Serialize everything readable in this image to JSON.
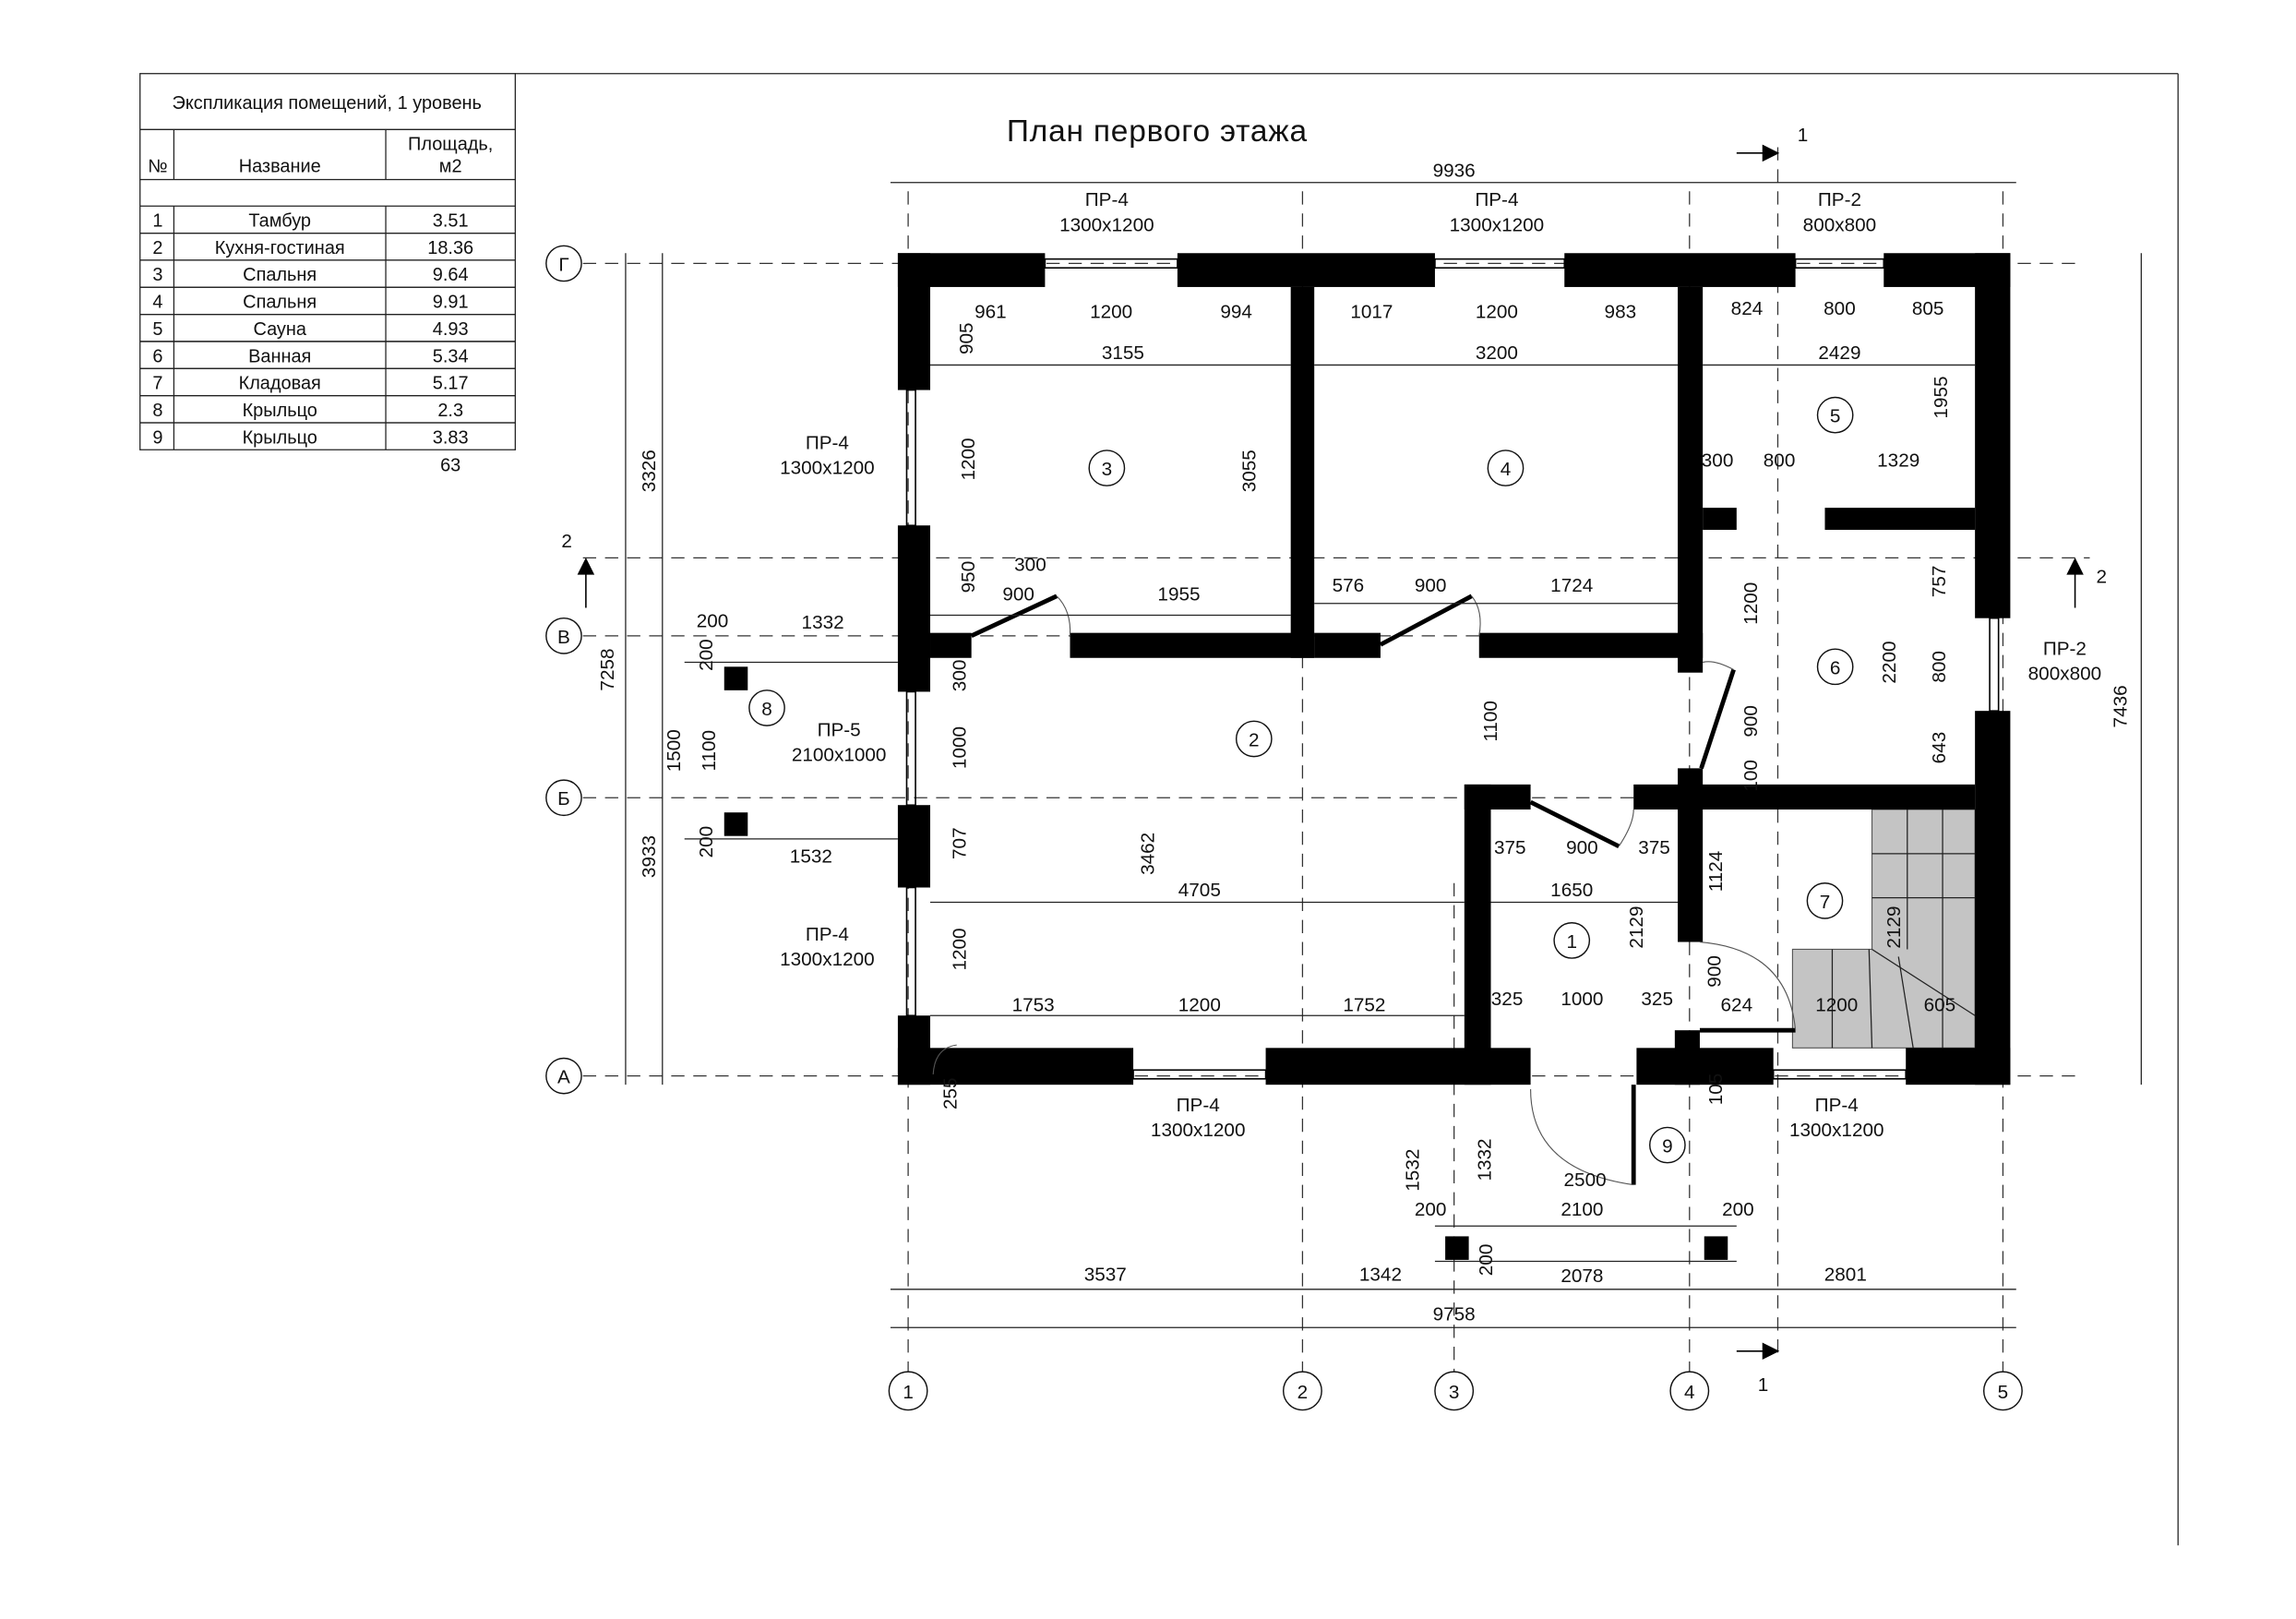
{
  "title": "План первого этажа",
  "explication": {
    "title": "Экспликация помещений, 1 уровень",
    "headers": {
      "no": "№",
      "name": "Название",
      "area_line1": "Площадь,",
      "area_line2": "м2"
    },
    "rows": [
      {
        "no": "1",
        "name": "Тамбур",
        "area": "3.51"
      },
      {
        "no": "2",
        "name": "Кухня-гостиная",
        "area": "18.36"
      },
      {
        "no": "3",
        "name": "Спальня",
        "area": "9.64"
      },
      {
        "no": "4",
        "name": "Спальня",
        "area": "9.91"
      },
      {
        "no": "5",
        "name": "Сауна",
        "area": "4.93"
      },
      {
        "no": "6",
        "name": "Ванная",
        "area": "5.34"
      },
      {
        "no": "7",
        "name": "Кладовая",
        "area": "5.17"
      },
      {
        "no": "8",
        "name": "Крыльцо",
        "area": "2.3"
      },
      {
        "no": "9",
        "name": "Крыльцо",
        "area": "3.83"
      }
    ],
    "total": "63"
  },
  "axes": {
    "letters": [
      "Г",
      "В",
      "Б",
      "А"
    ],
    "numbers": [
      "1",
      "2",
      "3",
      "4",
      "5"
    ]
  },
  "section_marks": {
    "s1": "1",
    "s2": "2"
  },
  "rooms": [
    "1",
    "2",
    "3",
    "4",
    "5",
    "6",
    "7",
    "8",
    "9"
  ],
  "windows": [
    {
      "type": "ПР-4",
      "size": "1300x1200"
    },
    {
      "type": "ПР-4",
      "size": "1300x1200"
    },
    {
      "type": "ПР-2",
      "size": "800x800"
    },
    {
      "type": "ПР-4",
      "size": "1300x1200"
    },
    {
      "type": "ПР-5",
      "size": "2100x1000"
    },
    {
      "type": "ПР-4",
      "size": "1300x1200"
    },
    {
      "type": "ПР-2",
      "size": "800x800"
    },
    {
      "type": "ПР-4",
      "size": "1300x1200"
    },
    {
      "type": "ПР-4",
      "size": "1300x1200"
    }
  ],
  "dims": [
    "9936",
    "961",
    "1200",
    "994",
    "905",
    "3155",
    "1200",
    "3055",
    "950",
    "300",
    "900",
    "1955",
    "1017",
    "1200",
    "983",
    "3200",
    "576",
    "900",
    "1724",
    "824",
    "800",
    "805",
    "2429",
    "1955",
    "300",
    "800",
    "1329",
    "1200",
    "757",
    "2200",
    "800",
    "900",
    "643",
    "100",
    "300",
    "1000",
    "707",
    "1200",
    "3462",
    "4705",
    "1100",
    "1753",
    "1200",
    "1752",
    "375",
    "900",
    "375",
    "1650",
    "2129",
    "325",
    "1000",
    "325",
    "1124",
    "900",
    "624",
    "1200",
    "605",
    "2129",
    "255",
    "105",
    "1532",
    "1332",
    "2500",
    "200",
    "2100",
    "200",
    "200",
    "2078",
    "3537",
    "1342",
    "2801",
    "9758",
    "3326",
    "7258",
    "3933",
    "1500",
    "1100",
    "200",
    "200",
    "200",
    "1332",
    "1532",
    "7436"
  ]
}
